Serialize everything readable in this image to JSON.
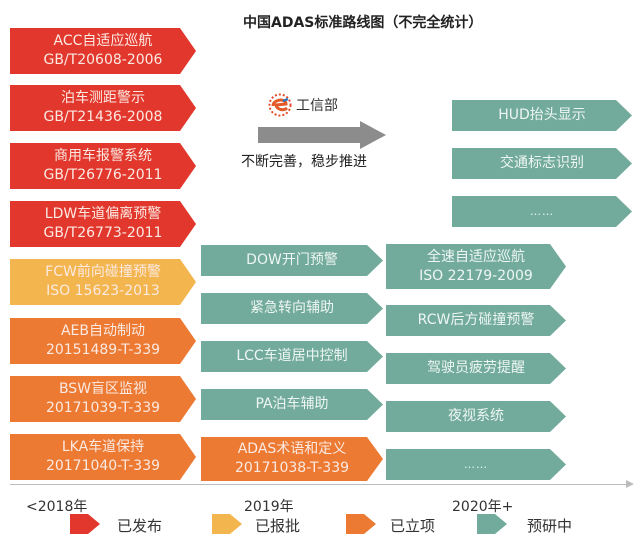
{
  "title": "中国ADAS标准路线图（不完全统计）",
  "colors": {
    "published": "#e2372d",
    "approved": "#f3b64e",
    "initiated": "#ec7a32",
    "researching": "#72ab9b",
    "arrow": "#8c8c8c"
  },
  "miit": {
    "icon": "miit-logo-icon",
    "label": "工信部",
    "slogan": "不断完善，稳步推进"
  },
  "columns": {
    "col_2018": [
      {
        "line1": "ACC自适应巡航",
        "line2": "GB/T20608-2006",
        "status": "已发布"
      },
      {
        "line1": "泊车测距警示",
        "line2": "GB/T21436-2008",
        "status": "已发布"
      },
      {
        "line1": "商用车报警系统",
        "line2": "GB/T26776-2011",
        "status": "已发布"
      },
      {
        "line1": "LDW车道偏离预警",
        "line2": "GB/T26773-2011",
        "status": "已发布"
      },
      {
        "line1": "FCW前向碰撞预警",
        "line2": "ISO 15623-2013",
        "status": "已报批"
      },
      {
        "line1": "AEB自动制动",
        "line2": "20151489-T-339",
        "status": "已立项"
      },
      {
        "line1": "BSW盲区监视",
        "line2": "20171039-T-339",
        "status": "已立项"
      },
      {
        "line1": "LKA车道保持",
        "line2": "20171040-T-339",
        "status": "已立项"
      }
    ],
    "col_2019": [
      {
        "line1": "DOW开门预警",
        "status": "预研中"
      },
      {
        "line1": "紧急转向辅助",
        "status": "预研中"
      },
      {
        "line1": "LCC车道居中控制",
        "status": "预研中"
      },
      {
        "line1": "PA泊车辅助",
        "status": "预研中"
      },
      {
        "line1": "ADAS术语和定义",
        "line2": "20171038-T-339",
        "status": "已立项"
      }
    ],
    "col_2020": [
      {
        "line1": "全速自适应巡航",
        "line2": "ISO 22179-2009",
        "status": "预研中"
      },
      {
        "line1": "RCW后方碰撞预警",
        "status": "预研中"
      },
      {
        "line1": "驾驶员疲劳提醒",
        "status": "预研中"
      },
      {
        "line1": "夜视系统",
        "status": "预研中"
      },
      {
        "line1": "……",
        "status": "预研中"
      }
    ],
    "col_future": [
      {
        "line1": "HUD抬头显示",
        "status": "预研中"
      },
      {
        "line1": "交通标志识别",
        "status": "预研中"
      },
      {
        "line1": "……",
        "status": "预研中"
      }
    ]
  },
  "timeline": {
    "labels": [
      "<2018年",
      "2019年",
      "2020年+"
    ]
  },
  "legend": [
    {
      "label": "已发布",
      "color": "#e2372d"
    },
    {
      "label": "已报批",
      "color": "#f3b64e"
    },
    {
      "label": "已立项",
      "color": "#ec7a32"
    },
    {
      "label": "预研中",
      "color": "#72ab9b"
    }
  ]
}
